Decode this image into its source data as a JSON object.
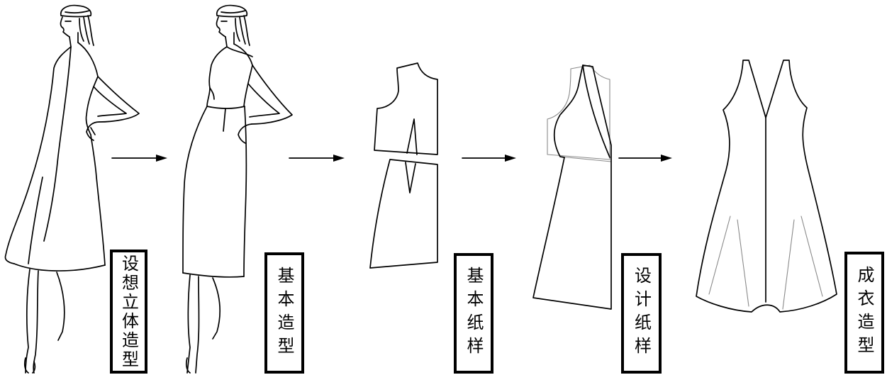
{
  "stages": [
    {
      "label": "设想立体造型"
    },
    {
      "label": "基本造型"
    },
    {
      "label": "基本纸样"
    },
    {
      "label": "设计纸样"
    },
    {
      "label": "成衣造型"
    }
  ],
  "colors": {
    "stroke": "#000000",
    "overlay_lines": "#8a8a8a",
    "background": "#ffffff"
  }
}
